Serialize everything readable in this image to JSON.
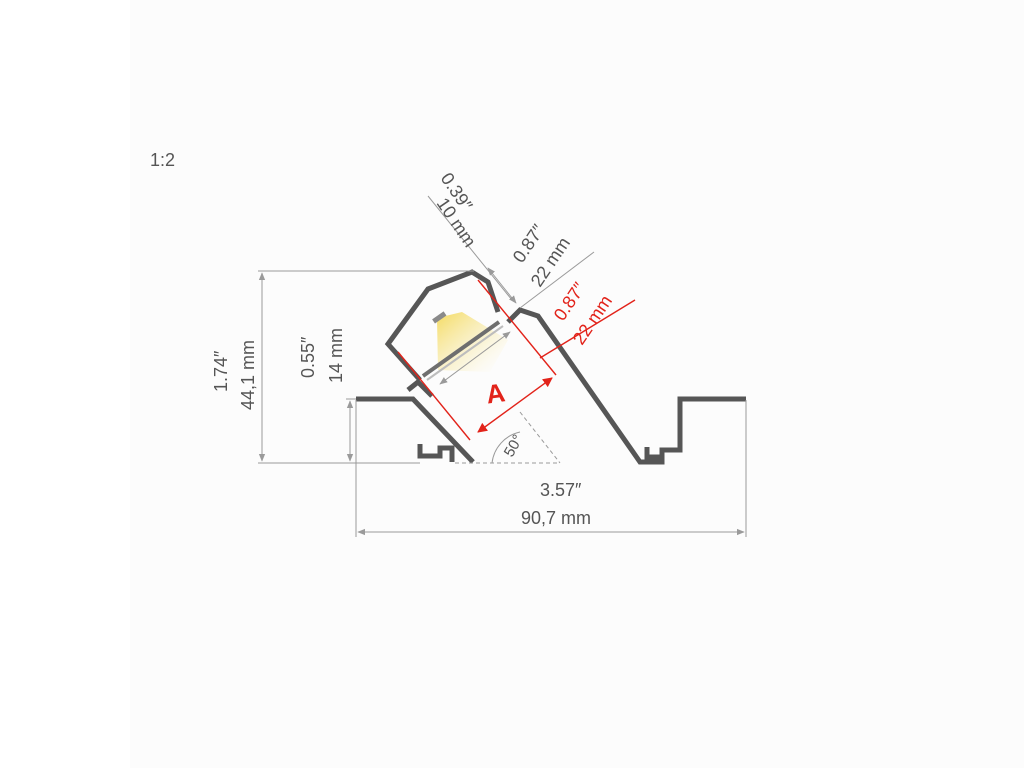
{
  "scale": "1:2",
  "dimensions": {
    "total_width_in": "3.57″",
    "total_width_mm": "90,7 mm",
    "total_height_in": "1.74″",
    "total_height_mm": "44,1 mm",
    "recess_height_in": "0.55″",
    "recess_height_mm": "14 mm",
    "inner_depth_in": "0.39″",
    "inner_depth_mm": "10 mm",
    "channel_width_in": "0.87″",
    "channel_width_mm": "22 mm",
    "led_width_in": "0.87″",
    "led_width_mm": "22 mm",
    "angle": "50°"
  },
  "label_a": "A",
  "colors": {
    "profile": "#565656",
    "dimension_line": "#9a9a9a",
    "highlight": "#e2231a",
    "light": "#f3d544"
  }
}
